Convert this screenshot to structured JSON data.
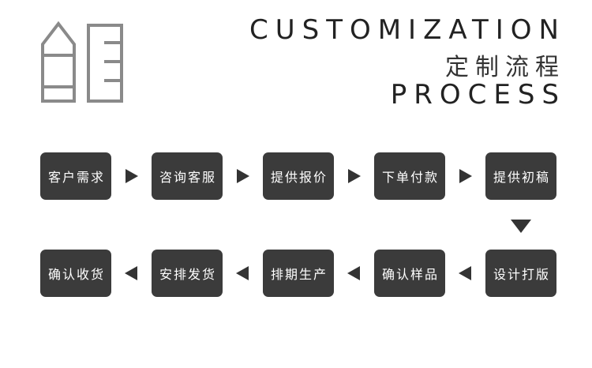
{
  "header": {
    "title_en_top": "CUSTOMIZATION",
    "title_cn": "定制流程",
    "title_en_bottom": "PROCESS",
    "logo_icon": "pencil-ruler-icon"
  },
  "process": {
    "row1": [
      "客户需求",
      "咨询客服",
      "提供报价",
      "下单付款",
      "提供初稿"
    ],
    "row2": [
      "确认收货",
      "安排发货",
      "排期生产",
      "确认样品",
      "设计打版"
    ]
  },
  "colors": {
    "step_bg": "#3b3b3b",
    "arrow": "#333333",
    "text": "#222222"
  }
}
